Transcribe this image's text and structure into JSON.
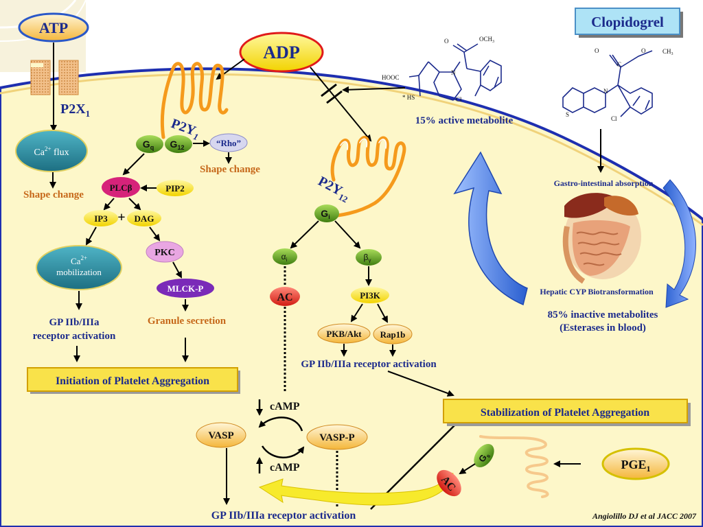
{
  "colors": {
    "cell_fill": "#fdf7c9",
    "cell_border": "#1e2fb0",
    "text_blue": "#1b2a8c",
    "text_orange": "#c6681a",
    "receptor_orange": "#f59a1c",
    "teal": "#2c8ea0",
    "green": "#5a9f1c",
    "yellow": "#f6e227",
    "magenta": "#d6237a",
    "pink": "#e9a6e2",
    "purple": "#7a2ab8",
    "red": "#e33226",
    "big_arrow_blue": "#3b6fd8"
  },
  "ligands": {
    "atp": "ATP",
    "adp": "ADP",
    "pge1": "PGE",
    "pge1_sub": "1"
  },
  "receptors": {
    "p2x1": "P2X",
    "p2x1_sub": "1",
    "p2y1": "P2Y",
    "p2y1_sub": "1",
    "p2y12": "P2Y",
    "p2y12_sub": "12"
  },
  "left_branch": {
    "ca_flux": "Ca",
    "ca_flux_sup": "2+",
    "ca_flux_rest": " flux",
    "shape_change_1": "Shape change",
    "gq": "G",
    "gq_sub": "q",
    "g12": "G",
    "g12_sub": "12",
    "rho": "“Rho”",
    "shape_change_2": "Shape change",
    "plcb": "PLCβ",
    "pip2": "PIP2",
    "ip3": "IP3",
    "plus": "+",
    "dag": "DAG",
    "ca_mob_1": "Ca",
    "ca_mob_sup": "2+",
    "ca_mob_2": "mobilization",
    "pkc": "PKC",
    "mlckp": "MLCK-P",
    "gpiib_1": "GP IIb/IIIa",
    "gpiib_2": "receptor activation",
    "granule": "Granule secretion",
    "initiation": "Initiation of Platelet Aggregation"
  },
  "center_branch": {
    "gi": "G",
    "gi_sub": "i",
    "alpha": "α",
    "alpha_sub": "i",
    "beta": "β",
    "beta_sub": "γ",
    "ac": "AC",
    "pi3k": "PI3K",
    "pkbakt": "PKB/Akt",
    "rap1b": "Rap1b",
    "gpiib": "GP IIb/IIIa receptor activation",
    "camp_top": "cAMP",
    "camp_bottom": "cAMP",
    "vasp": "VASP",
    "vaspp": "VASP-P",
    "gpiib_bottom": "GP IIb/IIIa receptor activation"
  },
  "right_branch": {
    "gs": "G",
    "gs_sub": "s",
    "ac": "AC",
    "stabilization": "Stabilization of Platelet Aggregation"
  },
  "clopidogrel": {
    "title": "Clopidogrel",
    "active_metabolite": "15% active metabolite",
    "gi_absorption": "Gastro-intestinal absorption",
    "hepatic": "Hepatic CYP Biotransformation",
    "inactive_1": "85% inactive metabolites",
    "inactive_2": "(Esterases in blood)",
    "atom_o1": "O",
    "atom_och3": "OCH",
    "atom_och3_sub": "3",
    "atom_hooc": "HOOC",
    "atom_n1": "N",
    "atom_hs": "* HS",
    "atom_cl1": "Cl",
    "atom_o2": "O",
    "atom_o3": "O",
    "atom_ch3": "CH",
    "atom_ch3_sub": "3",
    "atom_c": "C",
    "atom_n2": "N",
    "atom_s": "S",
    "atom_cl2": "Cl"
  },
  "citation": "Angiolillo DJ et al JACC 2007"
}
